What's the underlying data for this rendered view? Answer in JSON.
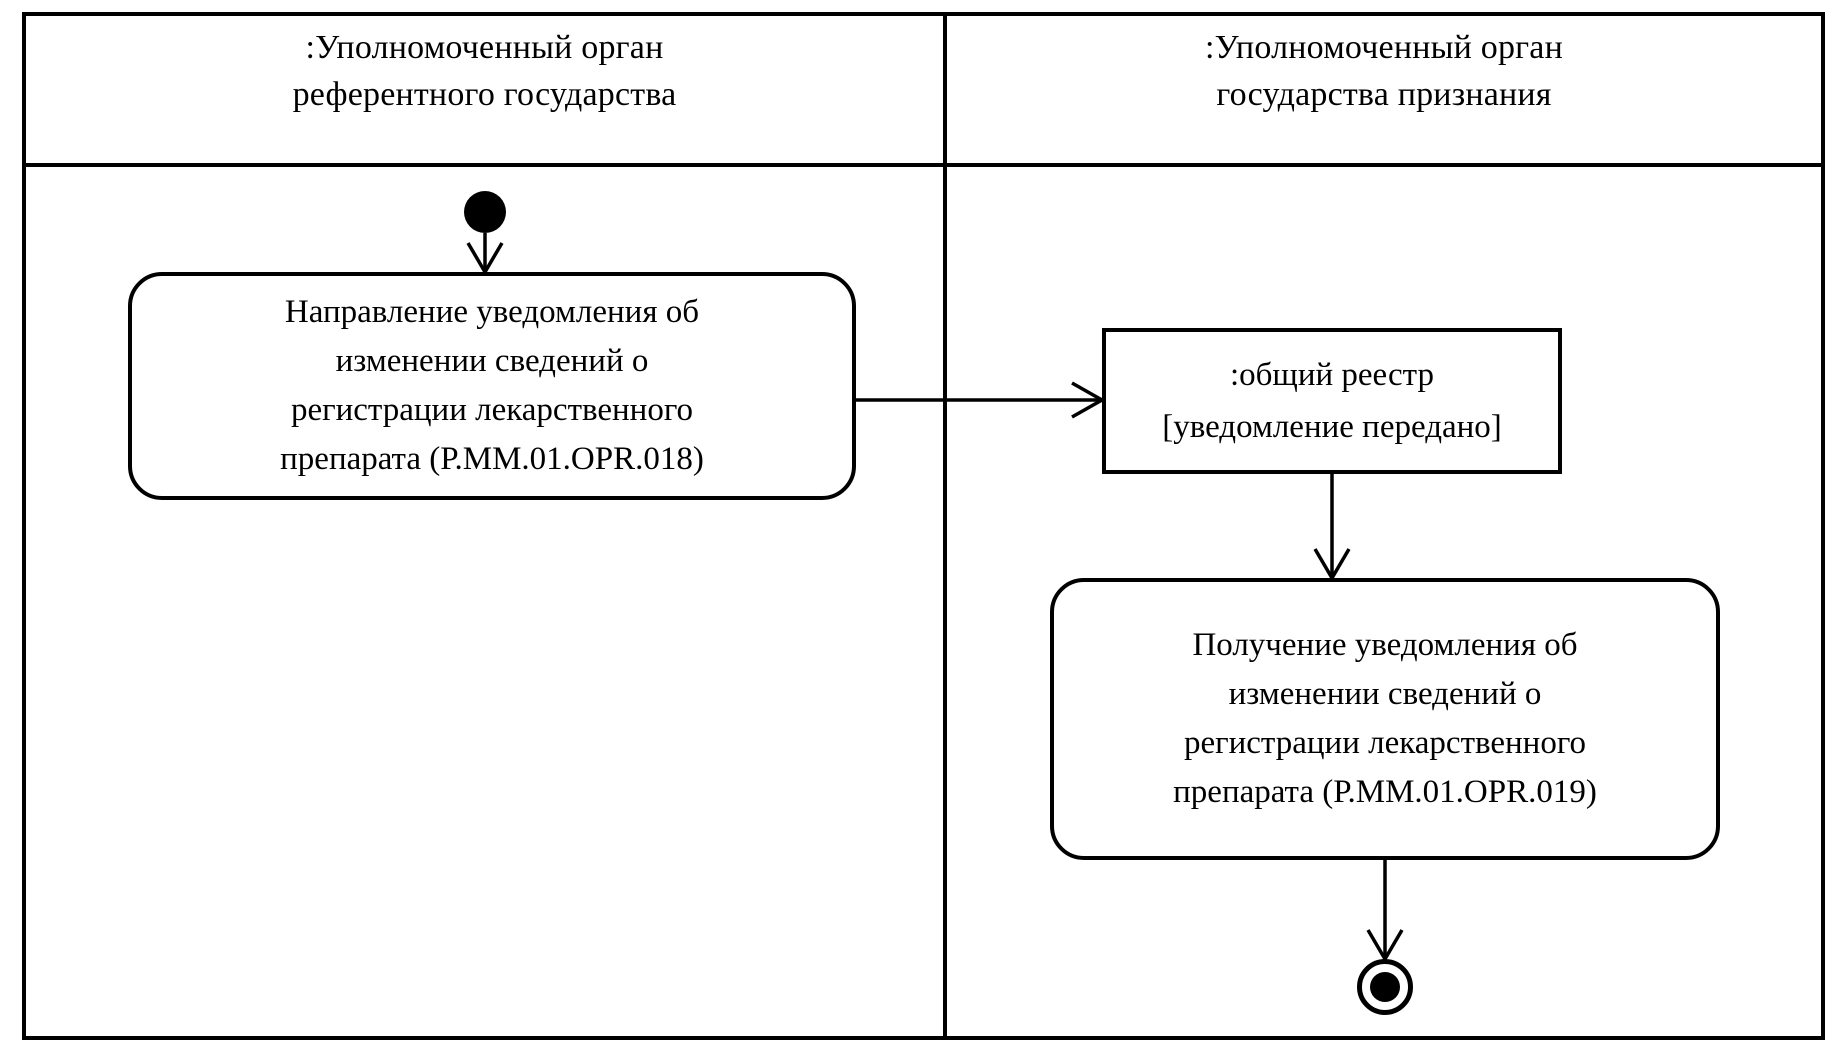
{
  "diagram": {
    "type": "uml-activity-diagram",
    "title": "",
    "colors": {
      "stroke": "#000000",
      "background": "#ffffff",
      "text": "#000000"
    }
  },
  "swimlanes": [
    {
      "id": "reference-state",
      "title": ":Уполномоченный орган\nреферентного государства"
    },
    {
      "id": "recognition-state",
      "title": ":Уполномоченный орган\nгосударства признания"
    }
  ],
  "nodes": {
    "initial": {
      "kind": "initial-node",
      "label": ""
    },
    "activity_send": {
      "kind": "action",
      "label": "Направление уведомления об\nизменении сведений о\nрегистрации лекарственного\nпрепарата (Р.ММ.01.OPR.018)",
      "code": "Р.ММ.01.OPR.018"
    },
    "object_registry": {
      "kind": "object-node",
      "label": ":общий реестр\n[уведомление передано]",
      "name": ":общий реестр",
      "state": "[уведомление передано]"
    },
    "activity_receive": {
      "kind": "action",
      "label": "Получение уведомления об\nизменении сведений о\nрегистрации лекарственного\nпрепарата (Р.ММ.01.OPR.019)",
      "code": "Р.ММ.01.OPR.019"
    },
    "final": {
      "kind": "activity-final-node",
      "label": ""
    }
  },
  "edges": [
    {
      "from": "initial",
      "to": "activity_send",
      "label": ""
    },
    {
      "from": "activity_send",
      "to": "object_registry",
      "label": ""
    },
    {
      "from": "object_registry",
      "to": "activity_receive",
      "label": ""
    },
    {
      "from": "activity_receive",
      "to": "final",
      "label": ""
    }
  ]
}
